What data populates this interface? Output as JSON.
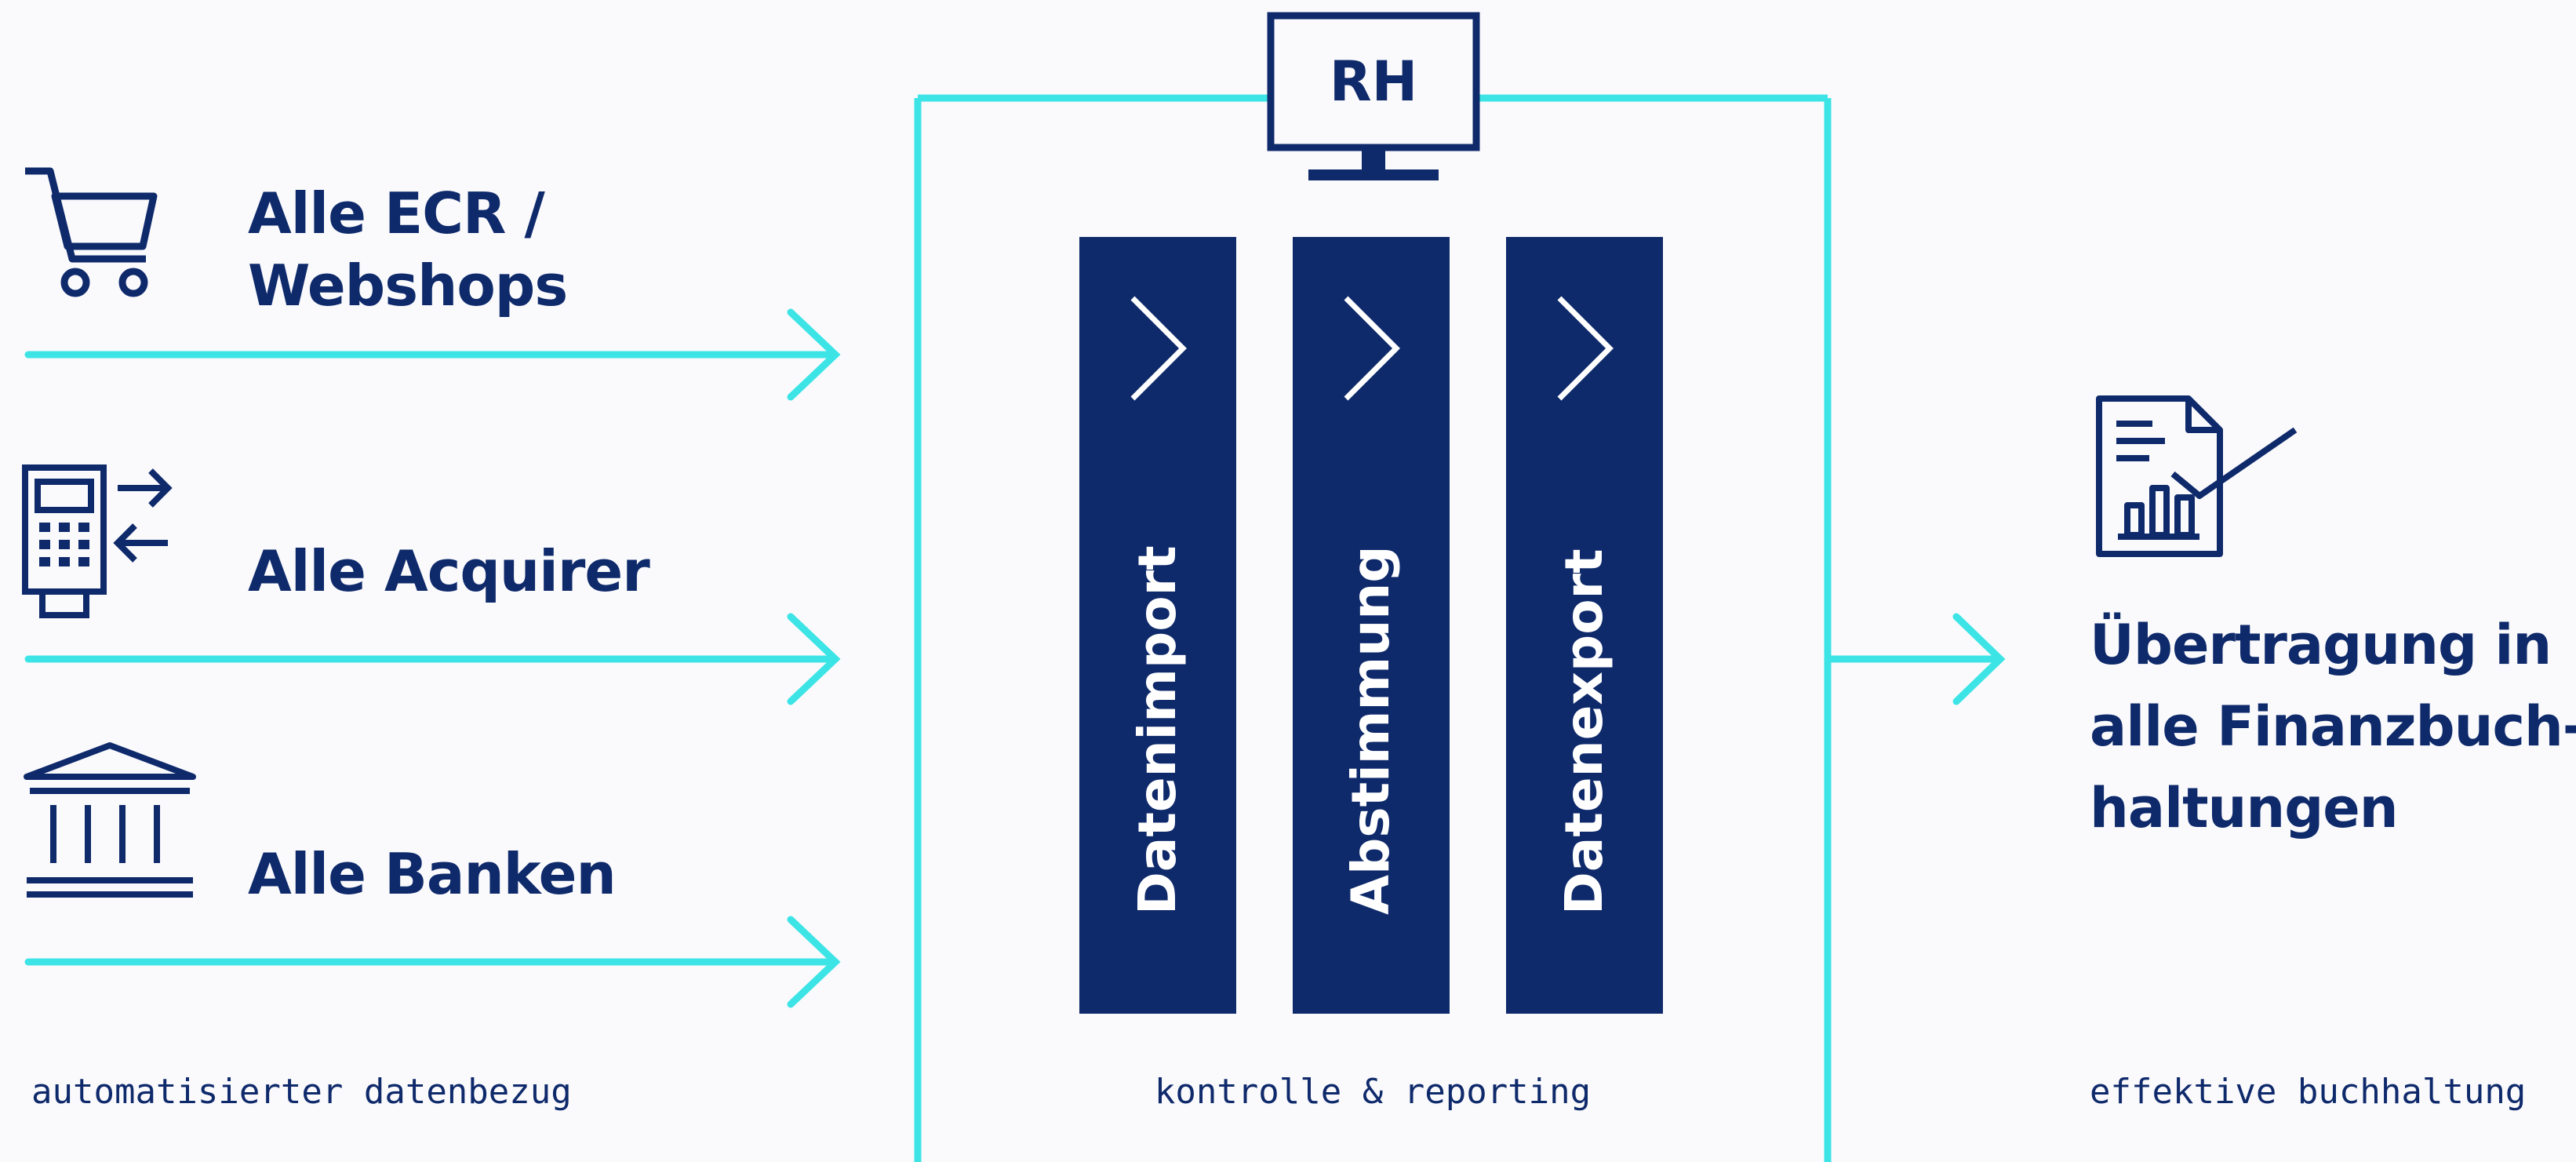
{
  "sources": [
    {
      "icon": "shopping-cart-icon",
      "label_lines": [
        "Alle ECR /",
        "Webshops"
      ]
    },
    {
      "icon": "payment-terminal-icon",
      "label_lines": [
        "Alle Acquirer"
      ]
    },
    {
      "icon": "bank-icon",
      "label_lines": [
        "Alle Banken"
      ]
    }
  ],
  "center": {
    "monitor_label": "RH",
    "columns": [
      "Datenimport",
      "Abstimmung",
      "Datenexport"
    ]
  },
  "output": {
    "icon": "document-chart-checkmark-icon",
    "label_lines": [
      "Übertragung in",
      "alle Finanzbuch-",
      "haltungen"
    ]
  },
  "captions": {
    "left": "automatisierter datenbezug",
    "center": "kontrolle & reporting",
    "right": "effektive buchhaltung"
  },
  "colors": {
    "navy": "#0f2a6b",
    "cyan": "#3de4e6",
    "background": "#fafafd"
  }
}
